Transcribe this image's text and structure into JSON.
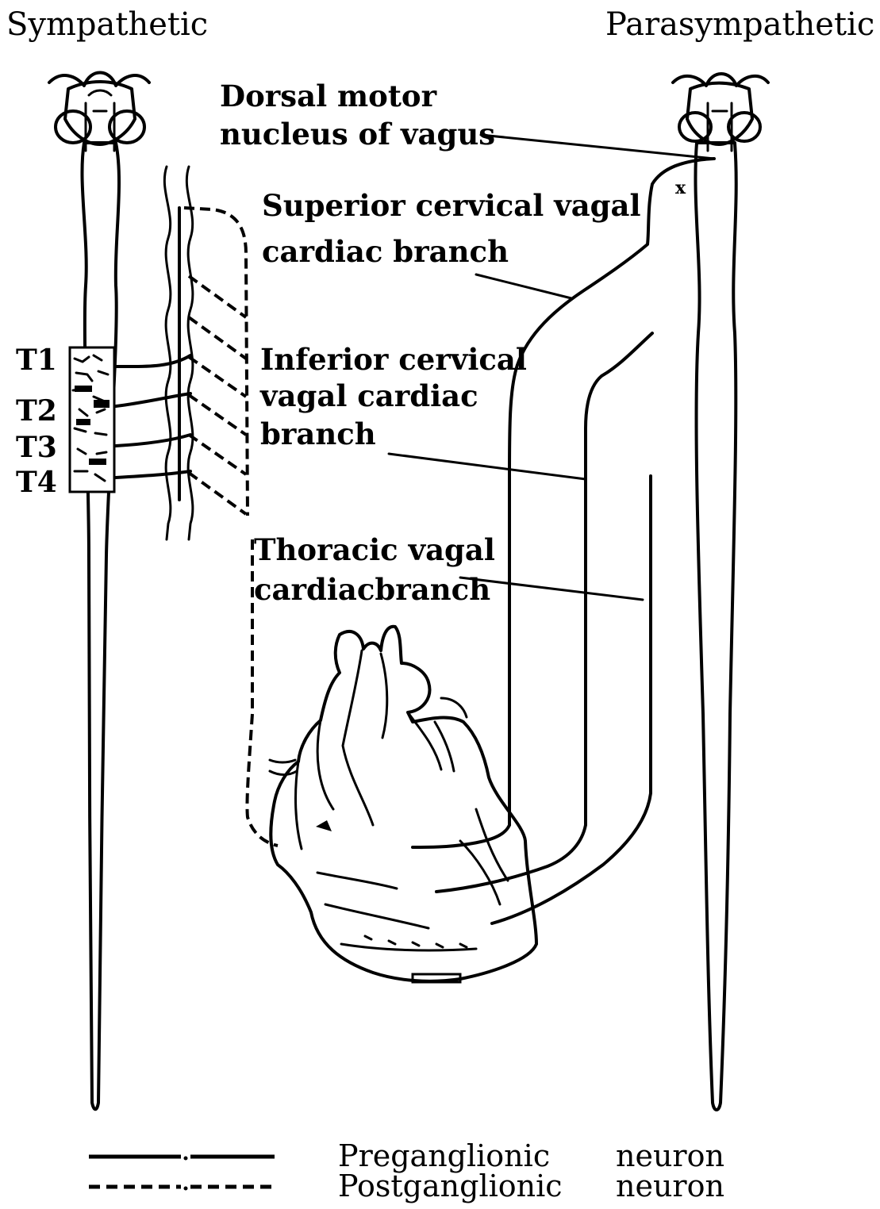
{
  "headings": {
    "left": "Sympathetic",
    "right": "Parasympathetic"
  },
  "labels": {
    "dorsal_motor": [
      "Dorsal motor",
      "nucleus of vagus"
    ],
    "superior_cervical": [
      "Superior cervical  vagal",
      "cardiac branch"
    ],
    "inferior_cervical": [
      "Inferior cervical",
      "vagal cardiac",
      "branch"
    ],
    "thoracic": [
      "Thoracic vagal",
      "cardiacbranch"
    ],
    "nucleus_marker": "x"
  },
  "segments": [
    "T1",
    "T2",
    "T3",
    "T4"
  ],
  "legend": [
    {
      "line": "solid",
      "term": "Preganglionic",
      "word": "neuron"
    },
    {
      "line": "dashed",
      "term": "Postganglionic",
      "word": "neuron"
    }
  ]
}
